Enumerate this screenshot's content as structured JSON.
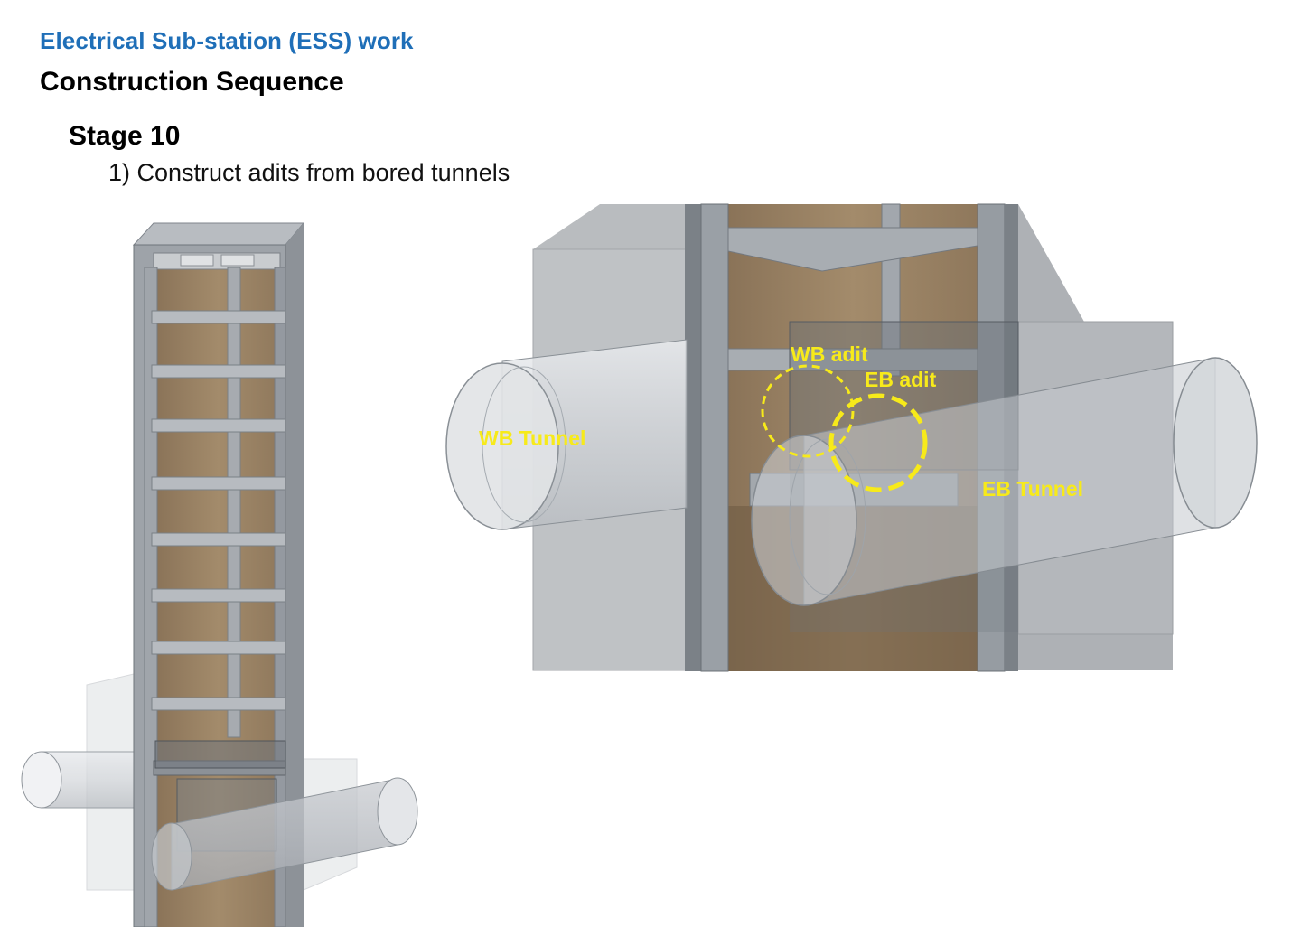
{
  "header": {
    "title": "Electrical Sub-station (ESS) work",
    "subtitle": "Construction Sequence"
  },
  "stage": {
    "title": "Stage 10",
    "step": "1) Construct adits from bored tunnels"
  },
  "detail_labels": {
    "wb_adit": "WB adit",
    "eb_adit": "EB adit",
    "wb_tunnel": "WB Tunnel",
    "eb_tunnel": "EB Tunnel"
  },
  "colors": {
    "title_blue": "#1f6fb8",
    "label_yellow": "#f7ea1a",
    "concrete": "#a9adb3",
    "soil": "#9b8466"
  }
}
